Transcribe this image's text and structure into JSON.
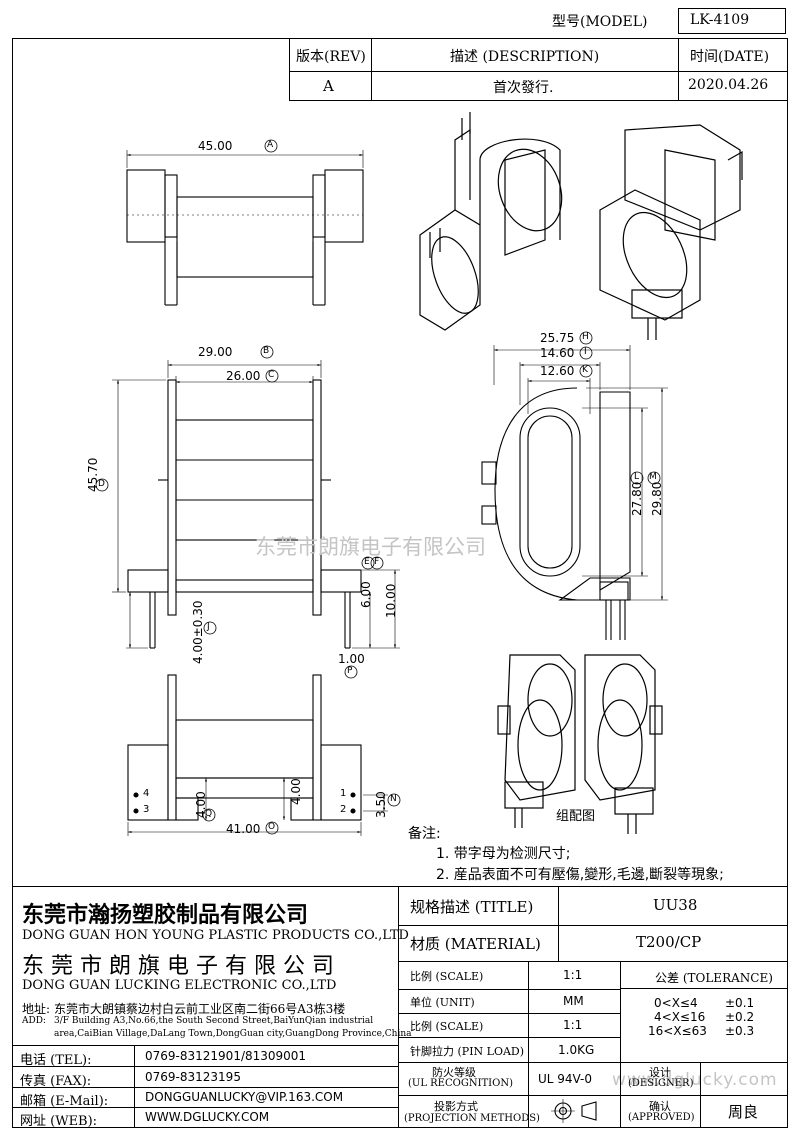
{
  "header": {
    "model_label": "型号(MODEL)",
    "model_value": "LK-4109"
  },
  "revision": {
    "col_rev": "版本(REV)",
    "col_desc": "描述 (DESCRIPTION)",
    "col_date": "时间(DATE)",
    "rev": "A",
    "desc": "首次發行.",
    "date": "2020.04.26"
  },
  "dimensions": {
    "width_a": "45.00",
    "width_b": "29.00",
    "width_c": "26.00",
    "height_d": "45.70",
    "pin_e": "6.00",
    "pin_f": "10.00",
    "pin_j": "4.00±0.30",
    "pin_p": "1.00",
    "right_h": "25.75",
    "right_i": "14.60",
    "right_k": "12.60",
    "right_l": "27.80",
    "right_m": "29.80",
    "bottom_o": "41.00",
    "bottom_q": "4.00",
    "bottom_r": "4.00",
    "bottom_n": "3.50",
    "markers": [
      "A",
      "B",
      "C",
      "D",
      "E",
      "F",
      "H",
      "I",
      "K",
      "L",
      "M",
      "J",
      "P",
      "O",
      "Q",
      "N"
    ],
    "pin_numbers": [
      "4",
      "3",
      "1",
      "2"
    ]
  },
  "assembly_label": "组配图",
  "notes": {
    "title": "备注:",
    "items": [
      "1. 带字母为检测尺寸;",
      "2. 産品表面不可有壓傷,變形,毛邊,斷裂等現象;"
    ]
  },
  "watermark": "东莞市朗旗电子有限公司",
  "watermark_corner": "www.dglucky.com",
  "company": {
    "name_cn_1": "东莞市瀚扬塑胶制品有限公司",
    "name_en_1": "DONG GUAN HON YOUNG PLASTIC PRODUCTS CO.,LTD",
    "name_cn_2": "东 莞 市 朗 旗 电 子 有 限 公 司",
    "name_en_2": "DONG GUAN LUCKING ELECTRONIC CO.,LTD",
    "addr_label": "地址:",
    "addr_cn": "东莞市大朗镇蔡边村白云前工业区南二街66号A3栋3楼",
    "addr_en_label": "ADD:",
    "addr_en_1": "3/F Building A3,No.66,the South Second Street,BaiYunQian industrial",
    "addr_en_2": "area,CaiBian Village,DaLang Town,DongGuan city,GuangDong Province,China"
  },
  "contacts": [
    {
      "label": "电话 (TEL):",
      "value": "0769-83121901/81309001"
    },
    {
      "label": "传真 (FAX):",
      "value": "0769-83123195"
    },
    {
      "label": "邮箱 (E-Mail):",
      "value": "DONGGUANLUCKY@VIP.163.COM"
    },
    {
      "label": "网址 (WEB):",
      "value": "WWW.DGLUCKY.COM"
    }
  ],
  "spec": {
    "title_label": "规格描述 (TITLE)",
    "title_value": "UU38",
    "material_label": "材质 (MATERIAL)",
    "material_value": "T200/CP",
    "scale_label": "比例 (SCALE)",
    "scale_value": "1:1",
    "unit_label": "单位 (UNIT)",
    "unit_value": "MM",
    "scale2_label": "比例 (SCALE)",
    "scale2_value": "1:1",
    "pin_load_label": "针脚拉力 (PIN LOAD)",
    "pin_load_value": "1.0KG",
    "fire_label_1": "防火等级",
    "fire_label_2": "(UL RECOGNITION)",
    "fire_value": "UL 94V-0",
    "proj_label_1": "投影方式",
    "proj_label_2": "(PROJECTION METHODS)",
    "tolerance_label": "公差 (TOLERANCE)",
    "tolerances": [
      {
        "range": "0<X≤4",
        "value": "±0.1"
      },
      {
        "range": "4<X≤16",
        "value": "±0.2"
      },
      {
        "range": "16<X≤63",
        "value": "±0.3"
      }
    ],
    "designer_label_1": "设计",
    "designer_label_2": "(DESIGNER)",
    "approved_label_1": "确认",
    "approved_label_2": "(APPROVED)",
    "approved_value": "周良"
  }
}
